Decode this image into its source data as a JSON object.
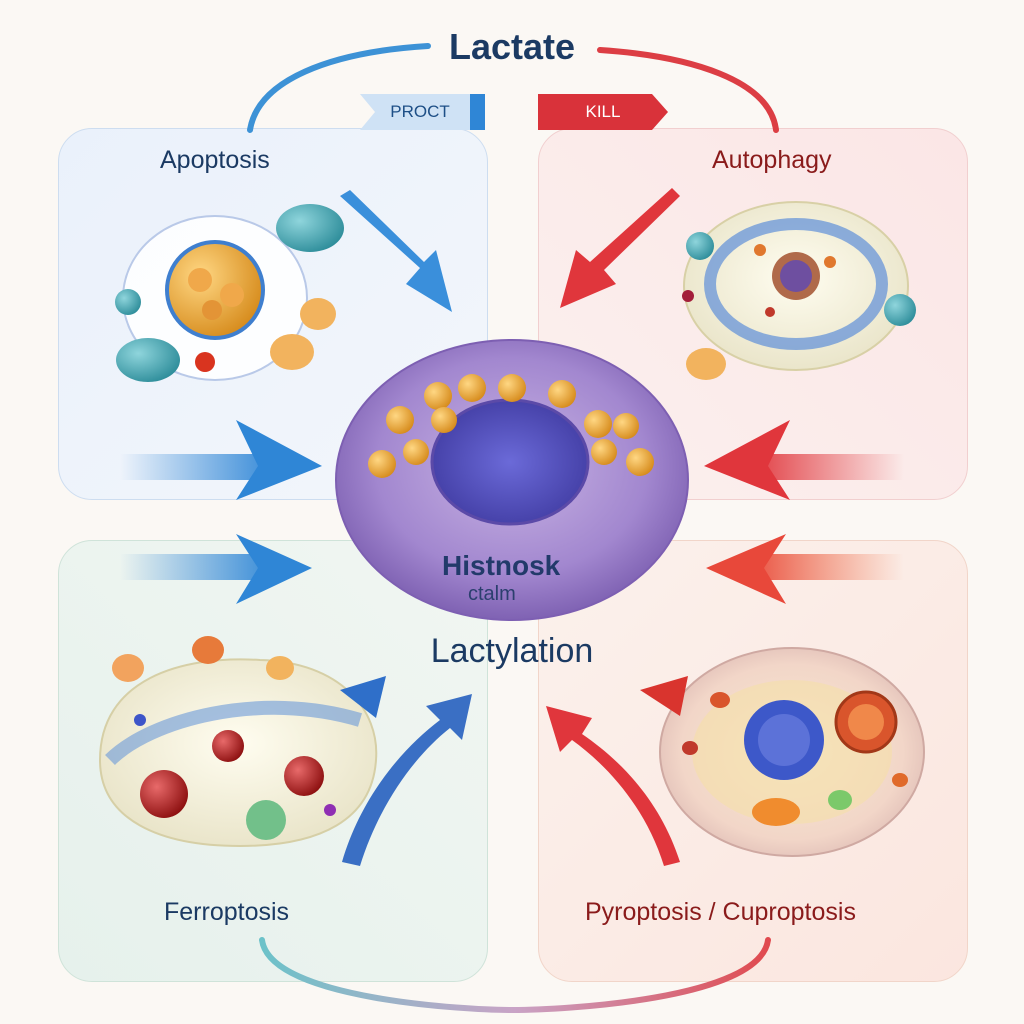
{
  "title": "Lactate",
  "center_label": "Lactylation",
  "tags": {
    "protect": "PROCT",
    "kill": "KILL"
  },
  "panels": {
    "apoptosis": "Apoptosis",
    "autophagy": "Autophagy",
    "ferroptosis": "Ferroptosis",
    "pyroptosis": "Pyroptosis / Cuproptosis"
  },
  "cell_text": {
    "line1": "Histnosk",
    "line2": "ctalm"
  },
  "colors": {
    "blue_accent": "#2f86d6",
    "red_accent": "#d9323a",
    "title_navy": "#1b3a63",
    "dark_red": "#8a1b1b",
    "center_cell": "#9b82c4"
  }
}
